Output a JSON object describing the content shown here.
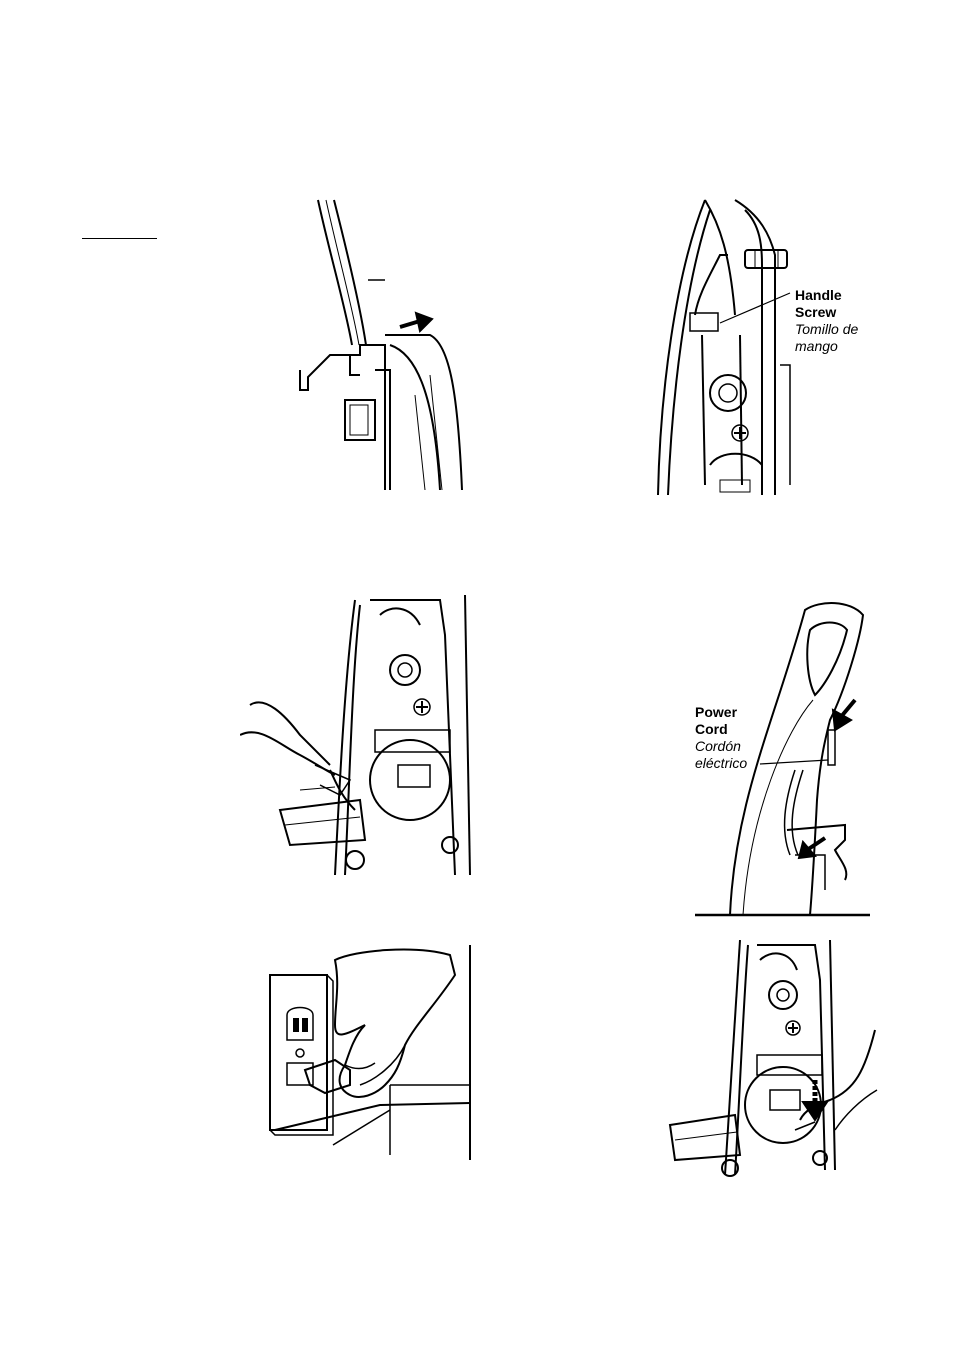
{
  "labels": {
    "handle_screw": {
      "en_line1": "Handle",
      "en_line2": "Screw",
      "es_line1": "Tomillo de",
      "es_line2": "mango"
    },
    "power_cord": {
      "en_line1": "Power",
      "en_line2": "Cord",
      "es_line1": "Cordón",
      "es_line2": "eléctrico"
    }
  },
  "icons": [
    "arrow-right-icon",
    "arrow-down-right-icon",
    "arrow-down-left-icon",
    "arrow-down-icon",
    "plus-screw-icon"
  ]
}
